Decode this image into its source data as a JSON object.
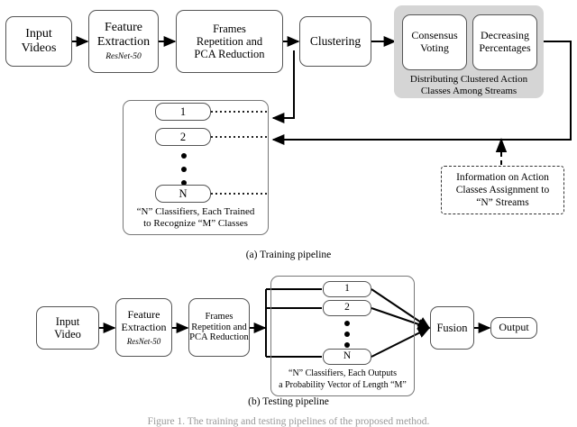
{
  "figure": {
    "caption": "Figure 1. The training and testing pipelines of the proposed method.",
    "subcaption_a": "(a)  Training pipeline",
    "subcaption_b": "(b)  Testing pipeline"
  },
  "colors": {
    "group_fill": "#d5d5d5",
    "node_border": "#555555",
    "wire": "#000000",
    "page_bg": "#ffffff"
  },
  "training": {
    "input_videos": "Input\nVideos",
    "feature_extraction_title": "Feature\nExtraction",
    "feature_extraction_sub": "ResNet-50",
    "frames_repetition": "Frames\nRepetition and\nPCA Reduction",
    "clustering": "Clustering",
    "consensus_voting": "Consensus\nVoting",
    "decreasing_percentages": "Decreasing\nPercentages",
    "distributing_caption": "Distributing Clustered Action\nClasses Among Streams",
    "classifier_1": "1",
    "classifier_2": "2",
    "classifier_n": "N",
    "classifiers_caption": "“N” Classifiers, Each Trained\nto Recognize “M” Classes",
    "info_box": "Information on Action\nClasses Assignment to\n“N” Streams"
  },
  "testing": {
    "input_video": "Input\nVideo",
    "feature_extraction_title": "Feature\nExtraction",
    "feature_extraction_sub": "ResNet-50",
    "frames_repetition": "Frames\nRepetition and\nPCA Reduction",
    "classifier_1": "1",
    "classifier_2": "2",
    "classifier_n": "N",
    "classifiers_caption": "“N” Classifiers, Each Outputs\na Probability Vector of Length “M”",
    "fusion": "Fusion",
    "output": "Output"
  }
}
